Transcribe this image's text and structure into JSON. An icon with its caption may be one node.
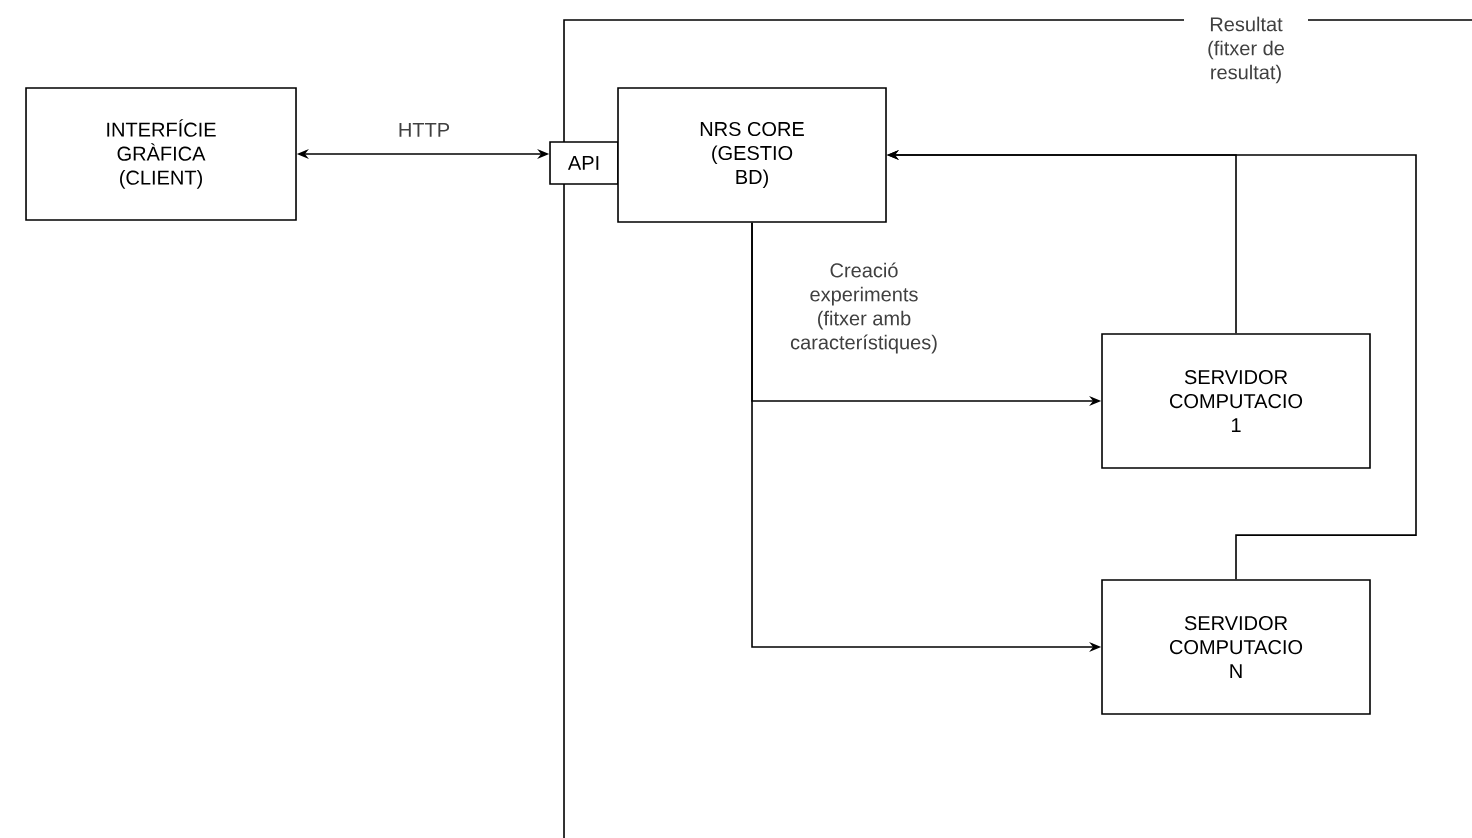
{
  "diagram": {
    "nodes": [
      {
        "text": [
          "INTERFÍCIE GRÀFICA (CLIENT)"
        ]
      },
      {
        "text": [],
        "shape": "box"
      },
      {
        "text": [
          "API"
        ]
      },
      {
        "text": [
          "NRS CORE (GESTIO BD)"
        ],
        "in": 1
      },
      {
        "text": [
          "SERVIDOR COMPUTACIO 1"
        ],
        "in": 1
      },
      {
        "text": [
          "SERVIDOR COMPUTACIO N"
        ],
        "in": 1
      }
    ],
    "edges": [
      {
        "from": 0,
        "to": 2,
        "arrow": "both",
        "label": "HTTP"
      },
      {
        "from": 3,
        "to": 4,
        "arrow": "to",
        "label": "Creació experiments (fitxer amb característiques)"
      },
      {
        "from": 3,
        "to": 5,
        "arrow": "to"
      },
      {
        "from": 4,
        "to": 3,
        "arrow": "to",
        "label": "Resultat (fitxer de resultat)"
      },
      {
        "from": 5,
        "to": 3,
        "arrow": "to"
      }
    ]
  }
}
